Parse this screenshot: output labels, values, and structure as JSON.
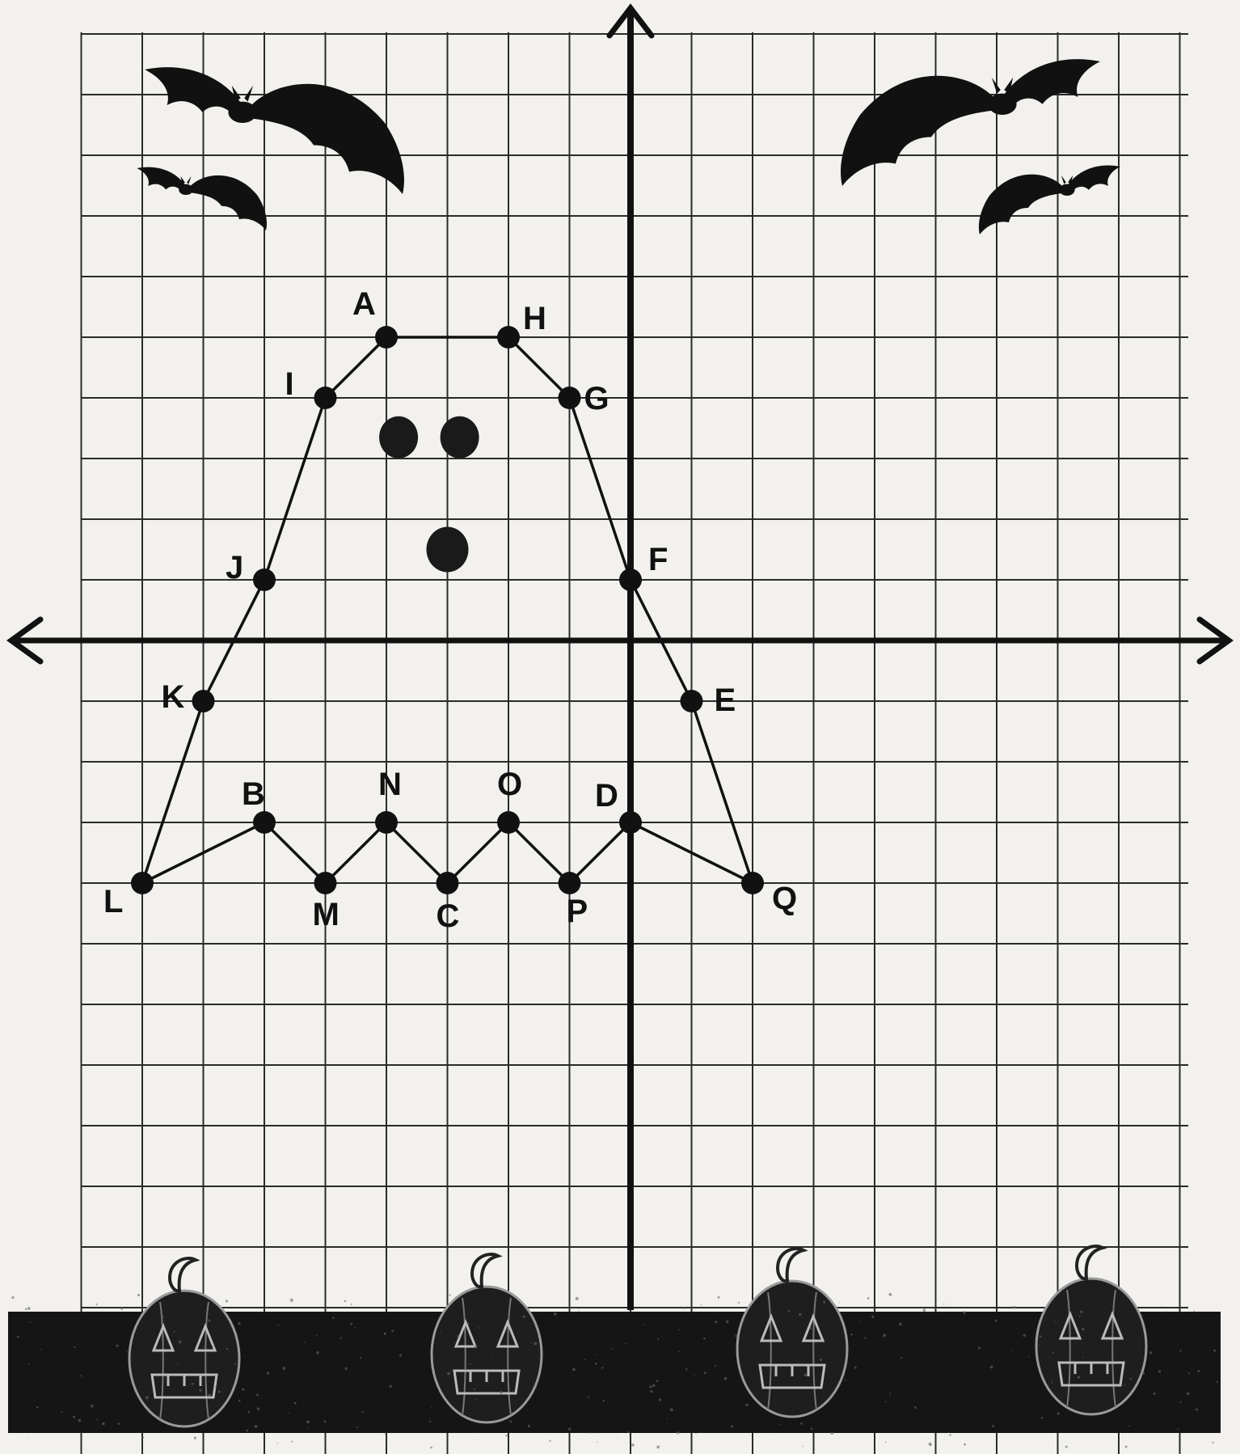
{
  "worksheet": {
    "title_fragment": "",
    "background_color": "#f2f1ee",
    "ink_color": "#111111",
    "footer_band_color": "#151515"
  },
  "chart_data": {
    "type": "scatter",
    "title": "",
    "xlabel": "",
    "ylabel": "",
    "xlim": [
      -10,
      9
    ],
    "ylim": [
      -13,
      10
    ],
    "grid": true,
    "axes_arrows": true,
    "tick_labels_shown": false,
    "points": [
      {
        "label": "A",
        "x": -4,
        "y": 5
      },
      {
        "label": "H",
        "x": -2,
        "y": 5
      },
      {
        "label": "G",
        "x": -1,
        "y": 4
      },
      {
        "label": "F",
        "x": 0,
        "y": 1
      },
      {
        "label": "E",
        "x": 1,
        "y": -1
      },
      {
        "label": "Q",
        "x": 2,
        "y": -4
      },
      {
        "label": "D",
        "x": 0,
        "y": -3
      },
      {
        "label": "P",
        "x": -1,
        "y": -4
      },
      {
        "label": "O",
        "x": -2,
        "y": -3
      },
      {
        "label": "C",
        "x": -3,
        "y": -4
      },
      {
        "label": "N",
        "x": -4,
        "y": -3
      },
      {
        "label": "M",
        "x": -5,
        "y": -4
      },
      {
        "label": "B",
        "x": -6,
        "y": -3
      },
      {
        "label": "L",
        "x": -8,
        "y": -4
      },
      {
        "label": "K",
        "x": -7,
        "y": -1
      },
      {
        "label": "J",
        "x": -6,
        "y": 1
      },
      {
        "label": "I",
        "x": -5,
        "y": 4
      }
    ],
    "path_order": [
      "A",
      "H",
      "G",
      "F",
      "E",
      "Q",
      "D",
      "P",
      "O",
      "C",
      "N",
      "M",
      "B",
      "L",
      "K",
      "J",
      "I",
      "A"
    ],
    "extra_dots": [
      {
        "name": "left-eye",
        "x": -3.8,
        "y": 3.35
      },
      {
        "name": "right-eye",
        "x": -2.8,
        "y": 3.35
      },
      {
        "name": "mouth",
        "x": -3.0,
        "y": 1.5
      }
    ]
  },
  "decorations": {
    "bats": [
      "bat-large-top-left",
      "bat-small-top-left",
      "bat-large-top-right",
      "bat-small-top-right"
    ],
    "pumpkins": [
      "jack-o-lantern-1",
      "jack-o-lantern-2",
      "jack-o-lantern-3",
      "jack-o-lantern-4"
    ]
  }
}
